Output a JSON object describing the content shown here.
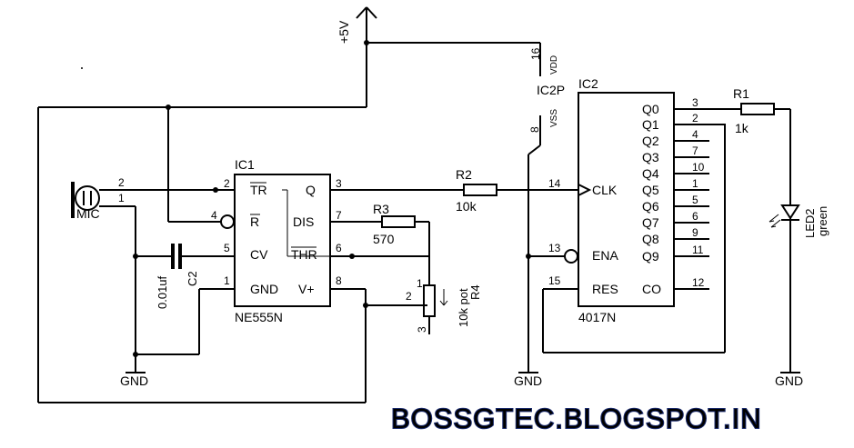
{
  "power": {
    "supply": "+5V",
    "ground": "GND"
  },
  "ic1": {
    "ref": "IC1",
    "part": "NE555N",
    "pins": {
      "tr": "TR",
      "r": "R",
      "cv": "CV",
      "gnd": "GND",
      "q": "Q",
      "dis": "DIS",
      "thr": "THR",
      "vplus": "V+"
    },
    "pin_numbers": {
      "tr": "2",
      "r": "4",
      "cv": "5",
      "gnd": "1",
      "q": "3",
      "dis": "7",
      "thr": "6",
      "vplus": "8"
    }
  },
  "ic2": {
    "ref": "IC2",
    "part": "4017N",
    "power_ref": "IC2P",
    "power_pins": {
      "vdd": "VDD",
      "vss": "VSS",
      "vdd_num": "16",
      "vss_num": "8"
    },
    "left_pins": [
      {
        "name": "CLK",
        "num": "14"
      },
      {
        "name": "ENA",
        "num": "13"
      },
      {
        "name": "RES",
        "num": "15"
      }
    ],
    "right_pins": [
      {
        "name": "Q0",
        "num": "3"
      },
      {
        "name": "Q1",
        "num": "2"
      },
      {
        "name": "Q2",
        "num": "4"
      },
      {
        "name": "Q3",
        "num": "7"
      },
      {
        "name": "Q4",
        "num": "10"
      },
      {
        "name": "Q5",
        "num": "1"
      },
      {
        "name": "Q6",
        "num": "5"
      },
      {
        "name": "Q7",
        "num": "6"
      },
      {
        "name": "Q8",
        "num": "9"
      },
      {
        "name": "Q9",
        "num": "11"
      },
      {
        "name": "CO",
        "num": "12"
      }
    ]
  },
  "mic": {
    "ref": "MIC",
    "pin_a": "2",
    "pin_b": "1"
  },
  "c2": {
    "ref": "C2",
    "value": "0.01uf"
  },
  "r1": {
    "ref": "R1",
    "value": "1k",
    "pin_in": "3",
    "pin_q1": "2"
  },
  "r2": {
    "ref": "R2",
    "value": "10k"
  },
  "r3": {
    "ref": "R3",
    "value": "570"
  },
  "r4": {
    "ref": "R4",
    "value": "10k pot",
    "pin1": "1",
    "pin2": "2",
    "pin3": "3"
  },
  "led2": {
    "ref": "LED2",
    "color": "green"
  },
  "watermark": "BOSSGTEC.BLOGSPOT.IN",
  "colors": {
    "wire": "#000000",
    "watermark_outline": "#1a2a6c"
  }
}
